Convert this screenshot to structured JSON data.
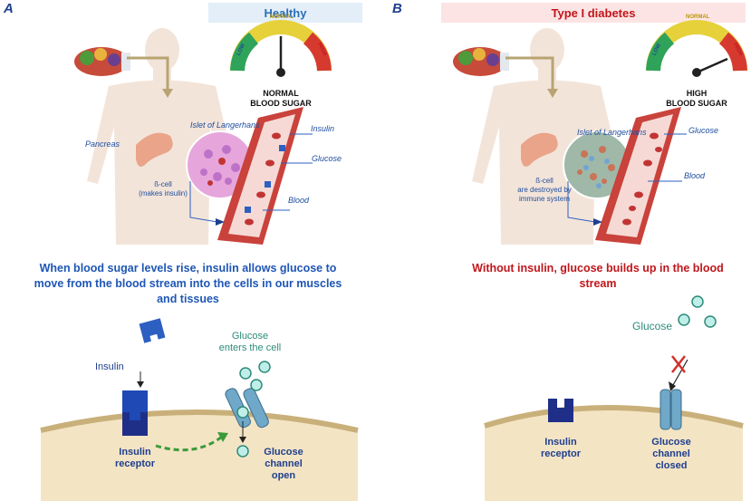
{
  "panel_a": {
    "letter": "A",
    "title": "Healthy",
    "gauge": {
      "low": "LOW",
      "normal": "NORMAL",
      "high": "HIGH",
      "status_line1": "NORMAL",
      "status_line2": "BLOOD SUGAR"
    },
    "labels": {
      "pancreas": "Pancreas",
      "islet": "Islet of Langerhans",
      "insulin": "Insulin",
      "glucose": "Glucose",
      "blood": "Blood",
      "beta_cell_line1": "ß-cell",
      "beta_cell_line2": "(makes insulin)"
    },
    "summary": "When blood sugar levels rise, insulin allows glucose to move from the blood stream into the cells in our muscles and tissues",
    "bottom": {
      "insulin": "Insulin",
      "glucose_enters_line1": "Glucose",
      "glucose_enters_line2": "enters the cell",
      "receptor_line1": "Insulin",
      "receptor_line2": "receptor",
      "channel_line1": "Glucose",
      "channel_line2": "channel",
      "channel_line3": "open"
    }
  },
  "panel_b": {
    "letter": "B",
    "title": "Type I diabetes",
    "gauge": {
      "low": "LOW",
      "normal": "NORMAL",
      "high": "HIGH",
      "status_line1": "HIGH",
      "status_line2": "BLOOD SUGAR"
    },
    "labels": {
      "islet": "Islet of Langerhans",
      "glucose": "Glucose",
      "blood": "Blood",
      "beta_cell_line1": "ß-cell",
      "beta_cell_line2": "are destroyed by",
      "beta_cell_line3": "immune system"
    },
    "summary": "Without insulin, glucose builds up in the blood stream",
    "bottom": {
      "glucose": "Glucose",
      "receptor_line1": "Insulin",
      "receptor_line2": "receptor",
      "channel_line1": "Glucose",
      "channel_line2": "channel",
      "channel_line3": "closed"
    }
  },
  "colors": {
    "healthy_header_bg": "#e3eef9",
    "healthy_header_text": "#2a6fb8",
    "diabetes_header_bg": "#fde4e4",
    "diabetes_header_text": "#c0161b",
    "healthy_summary": "#1e56b5",
    "diabetes_summary": "#c0161b",
    "label_blue": "#1f4fa0",
    "teal": "#2e8b7a"
  }
}
